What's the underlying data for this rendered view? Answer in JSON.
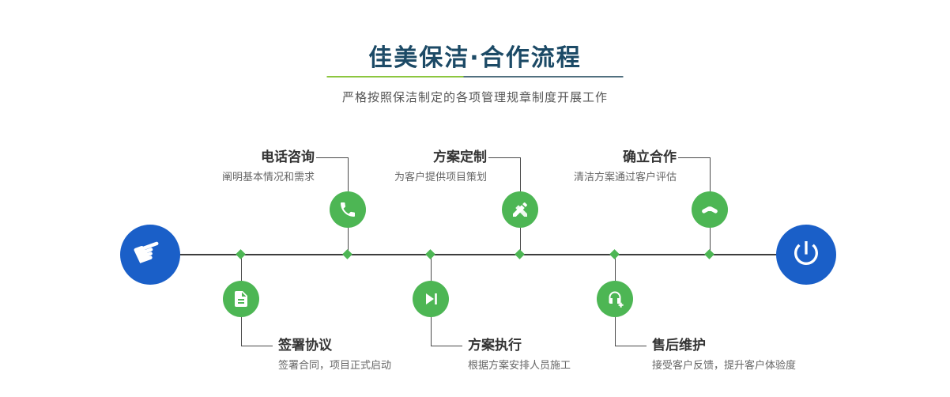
{
  "header": {
    "title": "佳美保洁·合作流程",
    "subtitle": "严格按照保洁制定的各项管理规章制度开展工作"
  },
  "steps": [
    {
      "title": "电话咨询",
      "desc": "阐明基本情况和需求",
      "icon": "phone-icon",
      "position": "top"
    },
    {
      "title": "方案定制",
      "desc": "为客户提供项目策划",
      "icon": "design-pencils-icon",
      "position": "top"
    },
    {
      "title": "确立合作",
      "desc": "清洁方案通过客户评估",
      "icon": "handshake-icon",
      "position": "top"
    },
    {
      "title": "签署协议",
      "desc": "签署合同，项目正式启动",
      "icon": "contract-document-icon",
      "position": "bottom"
    },
    {
      "title": "方案执行",
      "desc": "根据方案安排人员施工",
      "icon": "play-execute-icon",
      "position": "bottom"
    },
    {
      "title": "售后维护",
      "desc": "接受客户反馈，提升客户体验度",
      "icon": "headset-support-icon",
      "position": "bottom"
    }
  ],
  "endpoints": {
    "start_icon": "pointer-hand-icon",
    "end_icon": "power-icon"
  },
  "colors": {
    "accent_green": "#4db654",
    "accent_blue": "#1a5fc8",
    "title_navy": "#1c4a66",
    "divider_green": "#8cc63f",
    "divider_slate": "#51707f"
  }
}
